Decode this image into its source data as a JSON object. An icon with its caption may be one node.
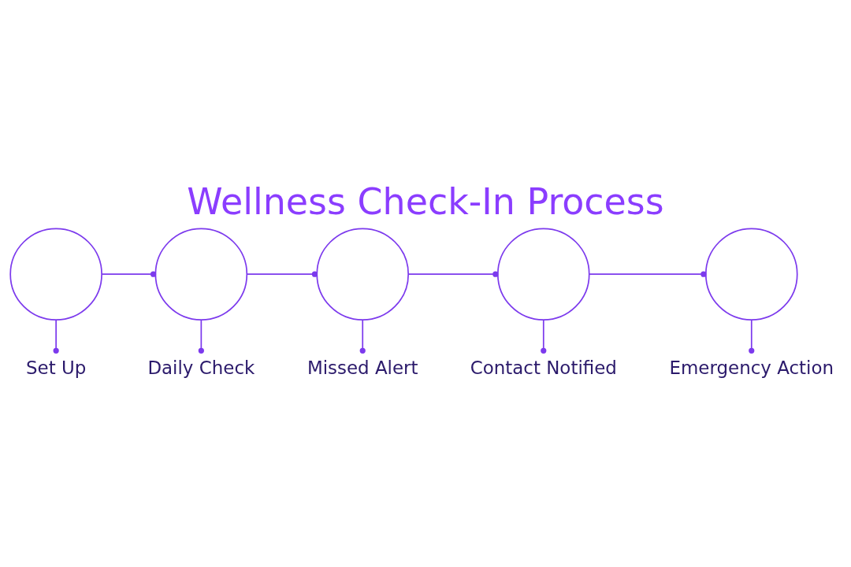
{
  "diagram": {
    "title": "Wellness Check-In Process",
    "nodes": [
      {
        "text": [],
        "shape": "circle"
      },
      {
        "text": [],
        "shape": "circle"
      },
      {
        "text": [],
        "shape": "circle"
      },
      {
        "text": [],
        "shape": "circle"
      },
      {
        "text": [],
        "shape": "circle"
      },
      {
        "text": [
          "Set Up"
        ]
      },
      {
        "text": [
          "Daily Check"
        ]
      },
      {
        "text": [
          "Missed Alert"
        ]
      },
      {
        "text": [
          "Contact Notified"
        ]
      },
      {
        "text": [
          "Emergency Action"
        ]
      }
    ],
    "edges": [
      {
        "from": 0,
        "to": 1,
        "arrow": "other"
      },
      {
        "from": 1,
        "to": 2,
        "arrow": "other"
      },
      {
        "from": 2,
        "to": 3,
        "arrow": "other"
      },
      {
        "from": 3,
        "to": 4,
        "arrow": "other"
      },
      {
        "from": 0,
        "to": 5,
        "arrow": "other"
      },
      {
        "from": 1,
        "to": 6,
        "arrow": "other"
      },
      {
        "from": 2,
        "to": 7,
        "arrow": "other"
      },
      {
        "from": 3,
        "to": 8,
        "arrow": "other"
      },
      {
        "from": 4,
        "to": 9,
        "arrow": "other"
      }
    ]
  }
}
